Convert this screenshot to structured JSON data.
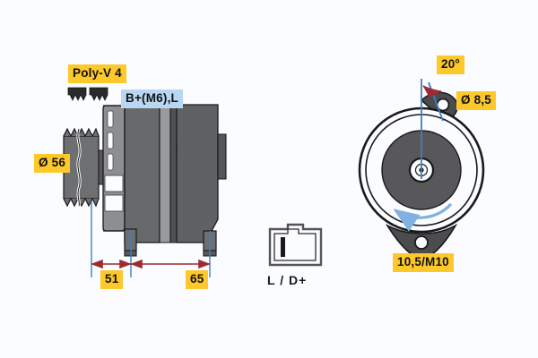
{
  "diagram": {
    "title": "Alternator technical drawing",
    "background_color": "#fbfcff"
  },
  "colors": {
    "label_yellow": "#fdc82a",
    "label_blue": "#b9d7f2",
    "dimension_red": "#9e2b31",
    "center_line_blue": "#3f7ec4",
    "rotation_arrow_blue": "#7fb2e0",
    "body_gray_dark": "#58585a",
    "body_gray_mid": "#6e6f71",
    "body_gray_light": "#8d8e90",
    "outline_black": "#1a1a1a"
  },
  "labels": {
    "poly_v": "Poly-V 4",
    "terminal": "B+(M6),L",
    "pulley_diameter": "Ø 56",
    "dimension_51": "51",
    "dimension_65": "65",
    "angle": "20°",
    "hole_diameter": "Ø 8,5",
    "mount_spec": "10,5/M10",
    "connector": "L / D+"
  },
  "icons": {
    "belt_profile": "poly-v-belt-profile-icon",
    "connector_plug": "connector-plug-icon",
    "rotation_arrow": "rotation-direction-arrow-icon"
  },
  "views": {
    "side_view": {
      "name": "alternator-side-view",
      "description": "Side elevation with pulley, fan housing and body"
    },
    "front_view": {
      "name": "alternator-front-view",
      "description": "Front elevation showing circular housing and mounting ears"
    },
    "connector_view": {
      "name": "connector-detail-view",
      "description": "Plug connector outline"
    }
  }
}
